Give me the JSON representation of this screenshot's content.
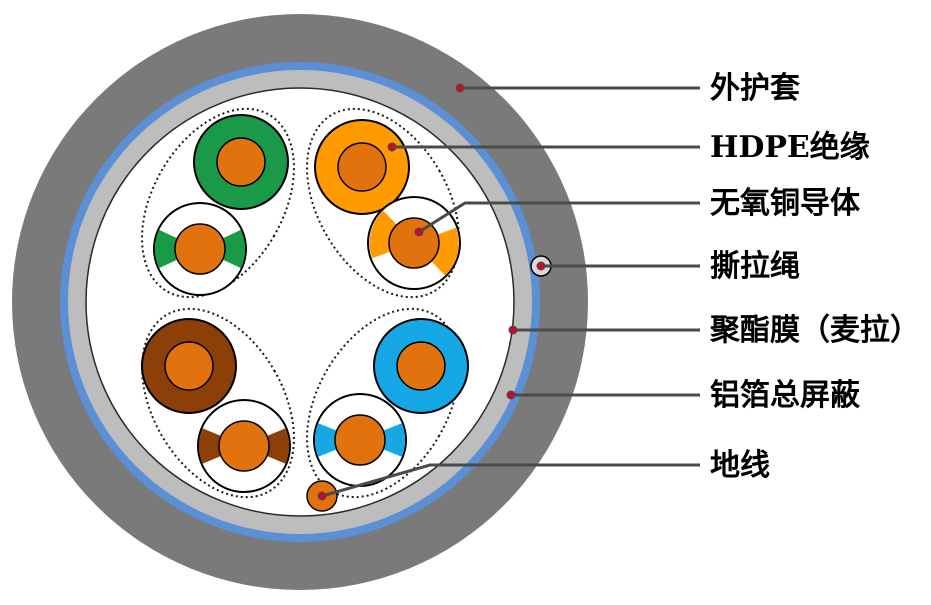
{
  "colors": {
    "jacket": "#7a7a7a",
    "foil": "#5b8fd6",
    "film": "#bdbdbd",
    "core_bg": "#ffffff",
    "copper": "#e2720e",
    "green": "#1a9a48",
    "orange": "#ff9a00",
    "brown": "#8c3f07",
    "blue": "#16a8e6",
    "leader": "#4a4a4a",
    "dot": "#c0102a"
  },
  "labels": {
    "jacket": "外护套",
    "insulation": "HDPE绝缘",
    "conductor": "无氧铜导体",
    "ripcord": "撕拉绳",
    "polyester_film": "聚酯膜（麦拉）",
    "foil_shield": "铝箔总屏蔽",
    "drain_wire": "地线"
  }
}
